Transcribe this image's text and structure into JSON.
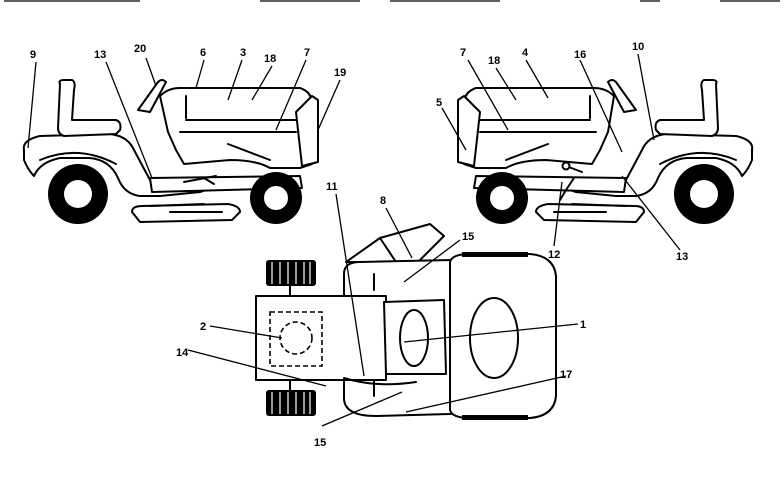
{
  "header": {
    "cells": [
      "",
      "",
      "",
      "",
      "",
      ""
    ]
  },
  "callouts": {
    "c9": "9",
    "c13a": "13",
    "c20": "20",
    "c6": "6",
    "c3": "3",
    "c18a": "18",
    "c7a": "7",
    "c19": "19",
    "c7b": "7",
    "c18b": "18",
    "c4": "4",
    "c16": "16",
    "c10": "10",
    "c5": "5",
    "c12": "12",
    "c13b": "13",
    "c11": "11",
    "c8": "8",
    "c15a": "15",
    "c2": "2",
    "c1": "1",
    "c14": "14",
    "c17": "17",
    "c15b": "15"
  },
  "colors": {
    "ink": "#000000",
    "background": "#ffffff",
    "panel": "#d8d8d8"
  }
}
